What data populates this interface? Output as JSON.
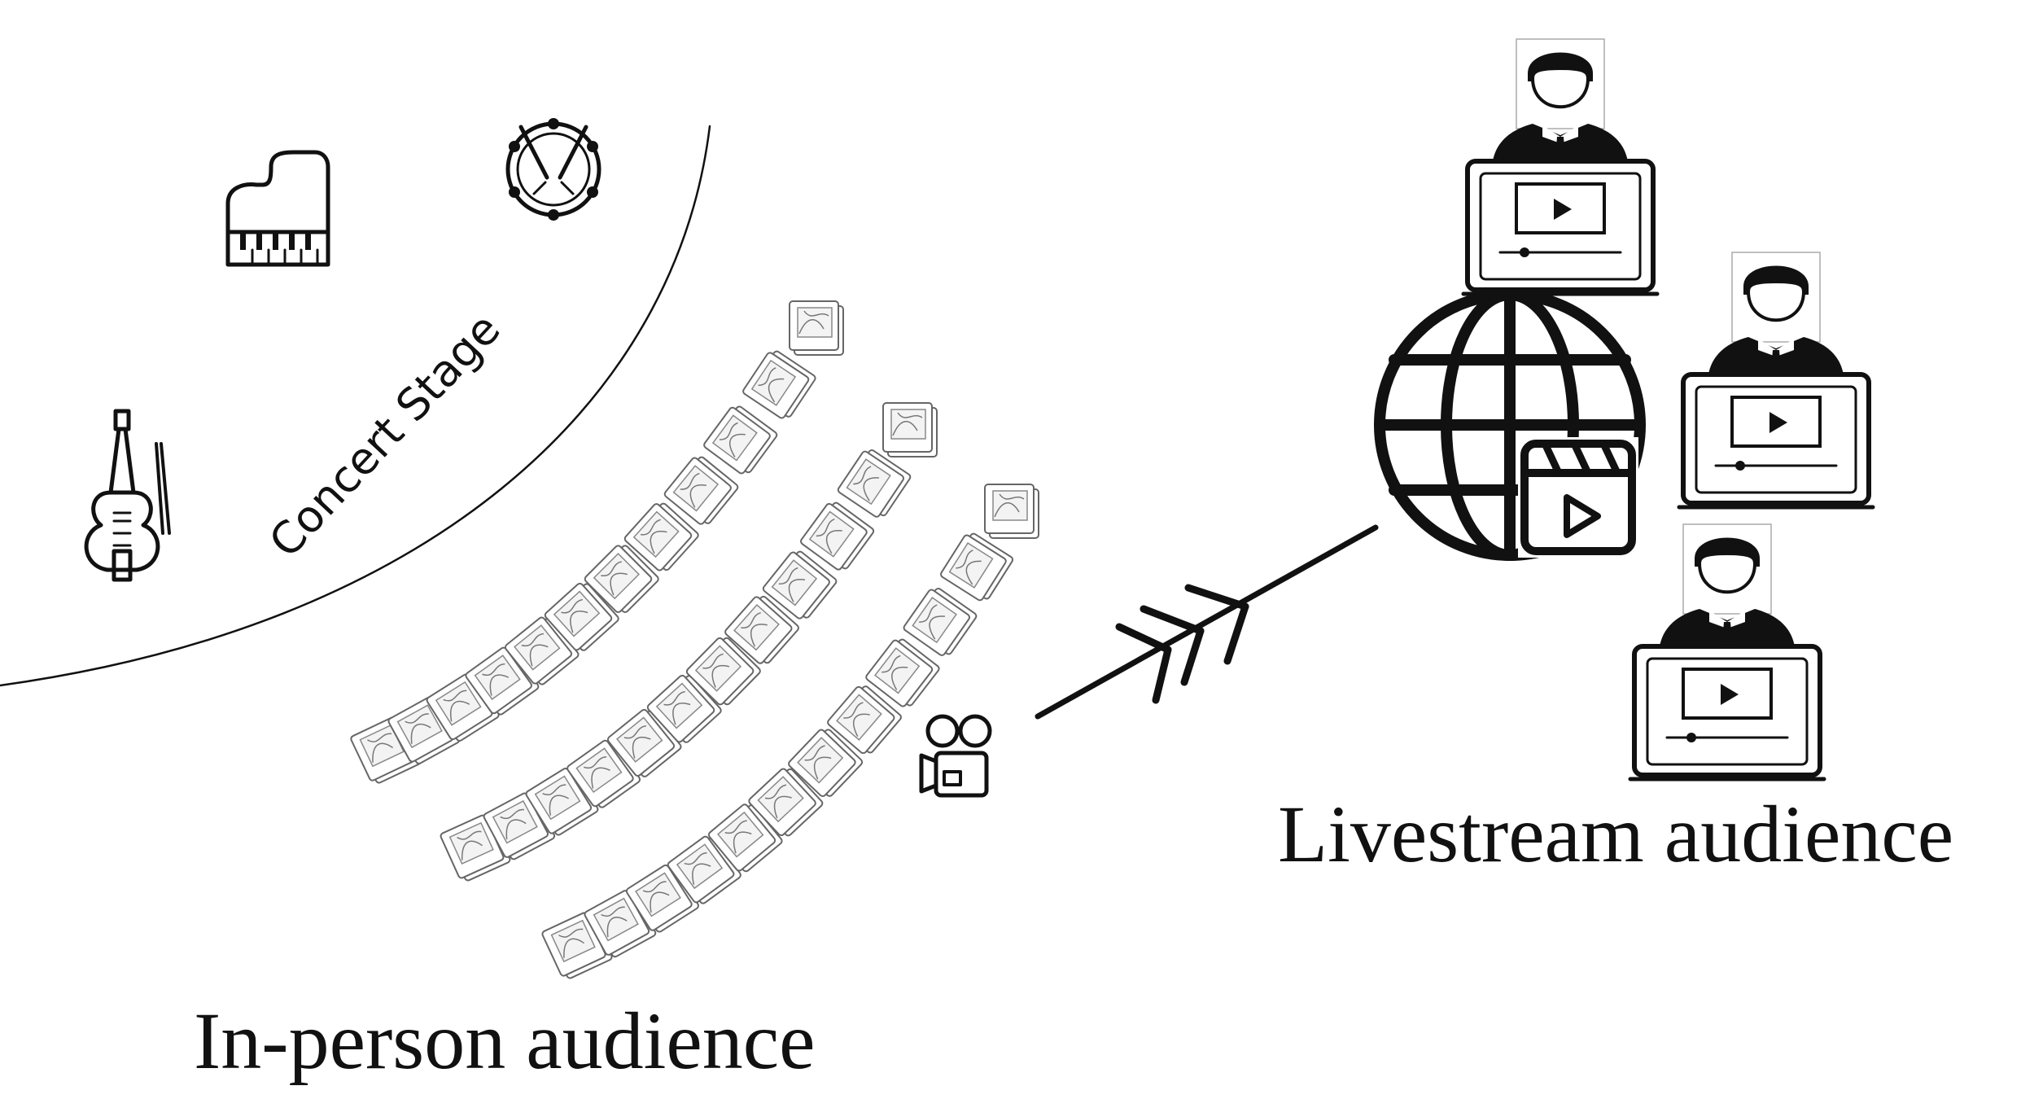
{
  "labels": {
    "stage": "Concert Stage",
    "in_person": "In-person audience",
    "livestream": "Livestream audience"
  },
  "icons": {
    "instruments": [
      "piano-icon",
      "drum-icon",
      "violin-icon"
    ],
    "camera": "video-camera-icon",
    "globe": "globe-icon",
    "clapperboard": "clapperboard-play-icon",
    "viewer": "person-laptop-icon",
    "seat": "seat-icon",
    "arrow": "stream-arrow-icon"
  },
  "seating": {
    "rows": 3,
    "seats_per_row": [
      12,
      12,
      12
    ]
  },
  "livestream_viewers": 3,
  "colors": {
    "ink": "#111111",
    "seat_outline": "#666666",
    "background": "#ffffff"
  }
}
